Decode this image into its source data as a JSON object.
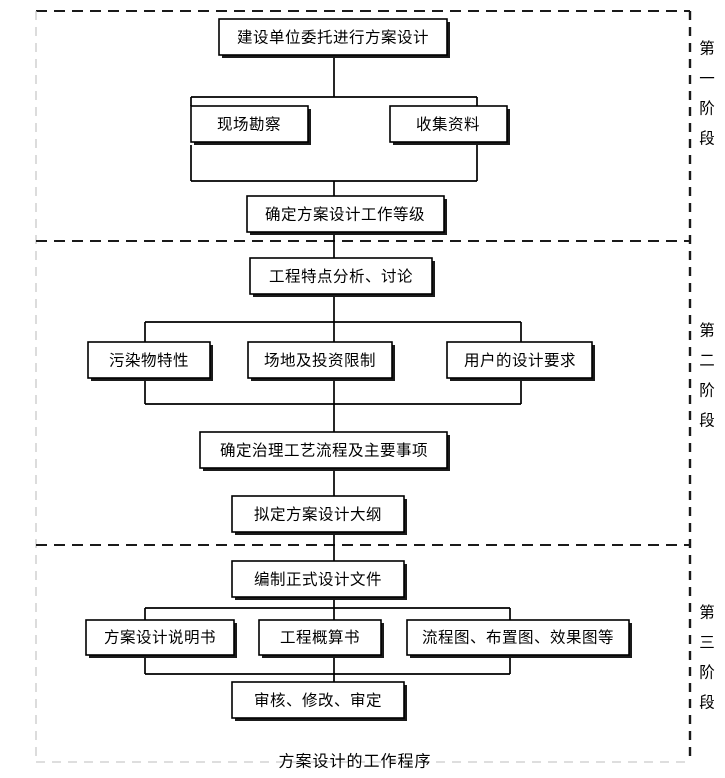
{
  "diagram": {
    "caption": "方案设计的工作程序",
    "stages": [
      {
        "id": "stage-1",
        "chars": [
          "第",
          "一",
          "阶",
          "段"
        ],
        "label": "第一阶段"
      },
      {
        "id": "stage-2",
        "chars": [
          "第",
          "二",
          "阶",
          "段"
        ],
        "label": "第二阶段"
      },
      {
        "id": "stage-3",
        "chars": [
          "第",
          "三",
          "阶",
          "段"
        ],
        "label": "第三阶段"
      }
    ],
    "nodes": [
      {
        "id": "n1",
        "stage": 1,
        "row": 1,
        "label": "建设单位委托进行方案设计"
      },
      {
        "id": "n2",
        "stage": 1,
        "row": 2,
        "label": "现场勘察"
      },
      {
        "id": "n3",
        "stage": 1,
        "row": 2,
        "label": "收集资料"
      },
      {
        "id": "n4",
        "stage": 1,
        "row": 3,
        "label": "确定方案设计工作等级"
      },
      {
        "id": "n5",
        "stage": 2,
        "row": 4,
        "label": "工程特点分析、讨论"
      },
      {
        "id": "n6",
        "stage": 2,
        "row": 5,
        "label": "污染物特性"
      },
      {
        "id": "n7",
        "stage": 2,
        "row": 5,
        "label": "场地及投资限制"
      },
      {
        "id": "n8",
        "stage": 2,
        "row": 5,
        "label": "用户的设计要求"
      },
      {
        "id": "n9",
        "stage": 2,
        "row": 6,
        "label": "确定治理工艺流程及主要事项"
      },
      {
        "id": "n10",
        "stage": 2,
        "row": 7,
        "label": "拟定方案设计大纲"
      },
      {
        "id": "n11",
        "stage": 3,
        "row": 8,
        "label": "编制正式设计文件"
      },
      {
        "id": "n12",
        "stage": 3,
        "row": 9,
        "label": "方案设计说明书"
      },
      {
        "id": "n13",
        "stage": 3,
        "row": 9,
        "label": "工程概算书"
      },
      {
        "id": "n14",
        "stage": 3,
        "row": 9,
        "label": "流程图、布置图、效果图等"
      },
      {
        "id": "n15",
        "stage": 3,
        "row": 10,
        "label": "审核、修改、审定"
      }
    ],
    "colors": {
      "box_border": "#000000",
      "box_fill": "#ffffff",
      "connector": "#000000",
      "divider": "#1a1a1a",
      "frame_faint": "#c9c9c9",
      "text": "#000000"
    }
  }
}
